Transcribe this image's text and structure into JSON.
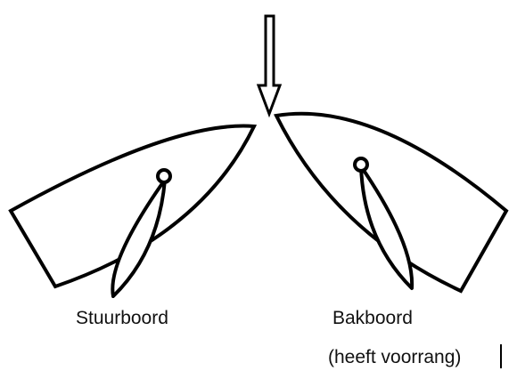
{
  "labels": {
    "left_boat": "Stuurboord",
    "right_boat": "Bakboord",
    "right_boat_note": "(heeft voorrang)"
  },
  "icons": {
    "wind": "down-arrow-icon"
  },
  "colors": {
    "stroke": "#000000",
    "fill": "#ffffff",
    "text": "#111111"
  }
}
